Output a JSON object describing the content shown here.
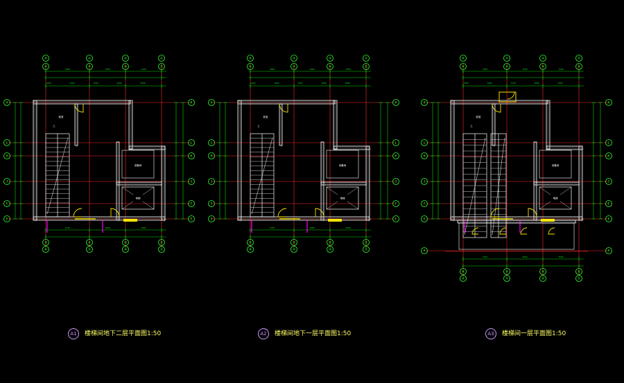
{
  "drawing": {
    "background": "#000000",
    "colors": {
      "axis": "#ff2b2b",
      "wall": "#ffffff",
      "dim": "#00e000",
      "bubble": "#33ff33",
      "text": "#ffffff",
      "door": "#ffe600",
      "stair": "#ffffff",
      "column": "#ff00ff"
    },
    "plans": [
      {
        "id": "plan-1",
        "number": "A1",
        "caption": "楼梯间地下二层平面图",
        "scale_suffix": "1:50",
        "axis_top": [
          "⑧",
          "⑨",
          "⑩",
          "⑪"
        ],
        "axis_side": [
          "H",
          "L",
          "K",
          "J",
          "F",
          "E"
        ],
        "dims_top": [
          "3000",
          "1600",
          "1500",
          "2600",
          "3000"
        ],
        "dims_bottom": [
          "2700",
          "2800",
          "3600"
        ]
      },
      {
        "id": "plan-2",
        "number": "A2",
        "caption": "楼梯间地下一层平面图",
        "scale_suffix": "1:50",
        "axis_top": [
          "⑧",
          "⑨",
          "⑩",
          "⑪"
        ],
        "axis_side": [
          "H",
          "L",
          "K",
          "J",
          "F",
          "E"
        ],
        "dims_top": [
          "3000",
          "1600",
          "1500",
          "2600",
          "3000"
        ],
        "dims_bottom": [
          "2700",
          "2800",
          "3600"
        ]
      },
      {
        "id": "plan-3",
        "number": "A3",
        "caption": "楼梯间一层平面图",
        "scale_suffix": "1:50",
        "axis_top": [
          "⑧",
          "⑨",
          "⑩",
          "⑪"
        ],
        "axis_side": [
          "H",
          "L",
          "K",
          "J",
          "F",
          "E",
          "P"
        ],
        "dims_top": [
          "3000",
          "1600",
          "1500",
          "2600",
          "3000"
        ],
        "dims_bottom": [
          "2700",
          "2800",
          "3600"
        ]
      }
    ]
  }
}
